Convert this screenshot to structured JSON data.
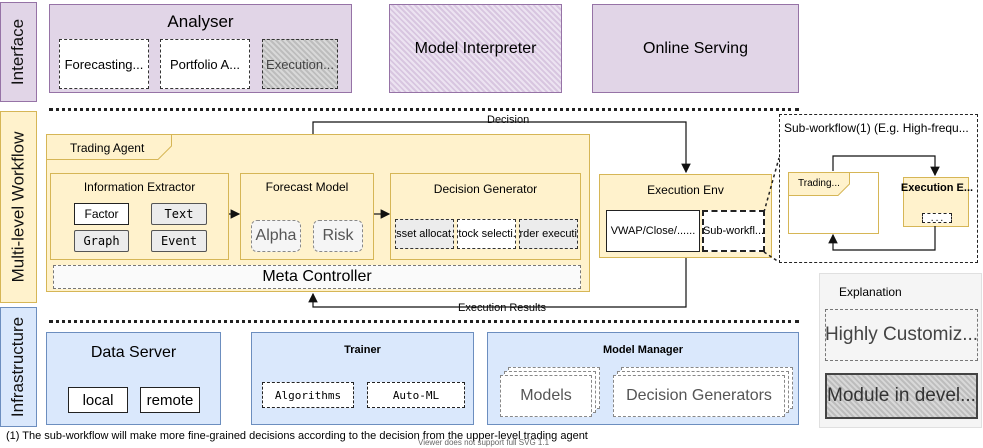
{
  "layers": {
    "interface": "Interface",
    "workflow": "Multi-level Workflow",
    "infrastructure": "Infrastructure"
  },
  "interface": {
    "analyser": {
      "title": "Analyser",
      "items": [
        "Forecasting...",
        "Portfolio A...",
        "Execution..."
      ]
    },
    "model_interpreter": "Model Interpreter",
    "online_serving": "Online Serving"
  },
  "workflow": {
    "trading_agent": "Trading Agent",
    "information_extractor": {
      "title": "Information Extractor",
      "items": [
        "Factor",
        "Text",
        "Graph",
        "Event"
      ]
    },
    "forecast_model": {
      "title": "Forecast Model",
      "items": [
        "Alpha",
        "Risk"
      ]
    },
    "decision_generator": {
      "title": "Decision Generator",
      "items": [
        "Asset allocat...",
        "Stock selecti...",
        "Order executi..."
      ]
    },
    "meta_controller": "Meta Controller",
    "execution_env": {
      "title": "Execution Env",
      "items": [
        "VWAP/Close/......",
        "Sub-workfl..."
      ]
    },
    "decision_label": "Decision",
    "execution_results_label": "Execution Results",
    "sub_workflow": {
      "title": "Sub-workflow(1) (E.g. High-frequ...",
      "trading": "Trading...",
      "execution": "Execution E..."
    }
  },
  "infrastructure": {
    "data_server": {
      "title": "Data Server",
      "items": [
        "local",
        "remote"
      ]
    },
    "trainer": {
      "title": "Trainer",
      "items": [
        "Algorithms",
        "Auto-ML"
      ]
    },
    "model_manager": {
      "title": "Model Manager",
      "items": [
        "Models",
        "Decision Generators"
      ]
    }
  },
  "explanation": {
    "title": "Explanation",
    "customizable": "Highly Customiz...",
    "developing": "Module in devel..."
  },
  "footnote": "(1)  The sub-workflow will make more fine-grained decisions according to the decision from the upper-level trading agent",
  "viewer_note": "Viewer does not support full SVG 1.1"
}
